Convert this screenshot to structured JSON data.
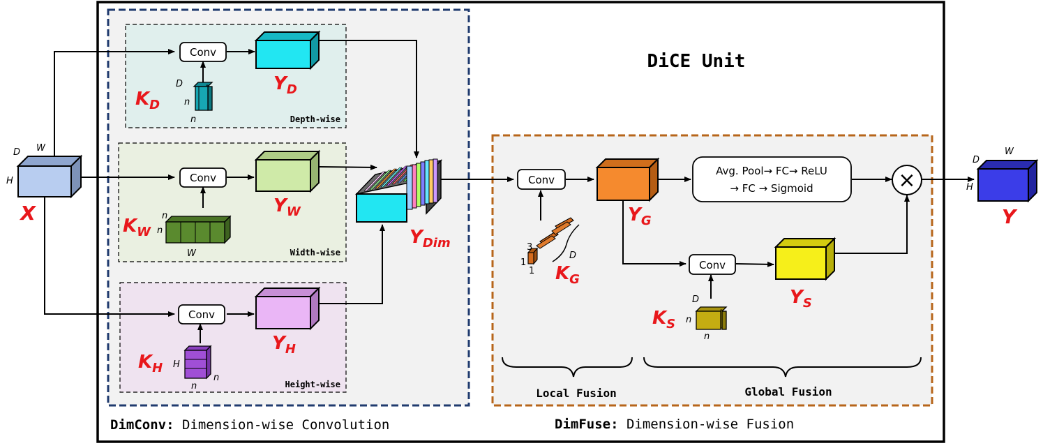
{
  "title": "DiCE Unit",
  "footer": {
    "dimconv_bold": "DimConv:",
    "dimconv_rest": " Dimension-wise Convolution",
    "dimfuse_bold": "DimFuse:",
    "dimfuse_rest": " Dimension-wise Fusion"
  },
  "input": {
    "main": "X",
    "dim_d": "D",
    "dim_w": "W",
    "dim_h": "H"
  },
  "output": {
    "main": "Y",
    "dim_d": "D",
    "dim_w": "W",
    "dim_h": "H"
  },
  "depth_branch": {
    "section_label": "Depth-wise",
    "conv": "Conv",
    "out_main": "Y",
    "out_sub": "D",
    "kernel_main": "K",
    "kernel_sub": "D",
    "k_dim_top": "D",
    "k_dim_side": "n",
    "k_dim_bottom": "n"
  },
  "width_branch": {
    "section_label": "Width-wise",
    "conv": "Conv",
    "out_main": "Y",
    "out_sub": "W",
    "kernel_main": "K",
    "kernel_sub": "W",
    "k_dim_top": "n",
    "k_dim_side": "n",
    "k_dim_bottom": "W"
  },
  "height_branch": {
    "section_label": "Height-wise",
    "conv": "Conv",
    "out_main": "Y",
    "out_sub": "H",
    "kernel_main": "K",
    "kernel_sub": "H",
    "k_dim_side": "H",
    "k_dim_bottom": "n",
    "k_dim_right": "n"
  },
  "dim_output": {
    "main": "Y",
    "sub": "Dim"
  },
  "local_fusion": {
    "section_label": "Local Fusion",
    "conv": "Conv",
    "out_main": "Y",
    "out_sub": "G",
    "kernel_main": "K",
    "kernel_sub": "G",
    "k_dim_3": "3",
    "k_dim_1a": "1",
    "k_dim_1b": "1",
    "k_dim_d": "D"
  },
  "global_fusion": {
    "section_label": "Global Fusion",
    "pool_line1": "Avg. Pool→ FC→ ReLU",
    "pool_line2": "→ FC → Sigmoid",
    "conv": "Conv",
    "out_main": "Y",
    "out_sub": "S",
    "kernel_main": "K",
    "kernel_sub": "S",
    "k_dim_top": "D",
    "k_dim_side": "n",
    "k_dim_bottom": "n",
    "multiply_symbol": "×"
  },
  "colors": {
    "red_label": "#e8171b",
    "depth_bg": "#e0efed",
    "width_bg": "#eaf0e1",
    "height_bg": "#efe3f0",
    "dimconv_border": "#1f3a6e",
    "dimfuse_border": "#b7651a",
    "panel_bg": "#f2f2f2",
    "cube_input": "#b8cdf0",
    "cube_cyan": "#22e6f2",
    "cube_green": "#cfeaa8",
    "cube_pink": "#eab6f6",
    "cube_orange": "#f58a2e",
    "cube_yellow": "#f6ef1a",
    "cube_output": "#3b3de8",
    "kernel_teal": "#17a7b3",
    "kernel_green": "#5a8a2e",
    "kernel_purple": "#a04fd6",
    "kernel_orange": "#d56b1d",
    "kernel_olive": "#c4ac12"
  }
}
